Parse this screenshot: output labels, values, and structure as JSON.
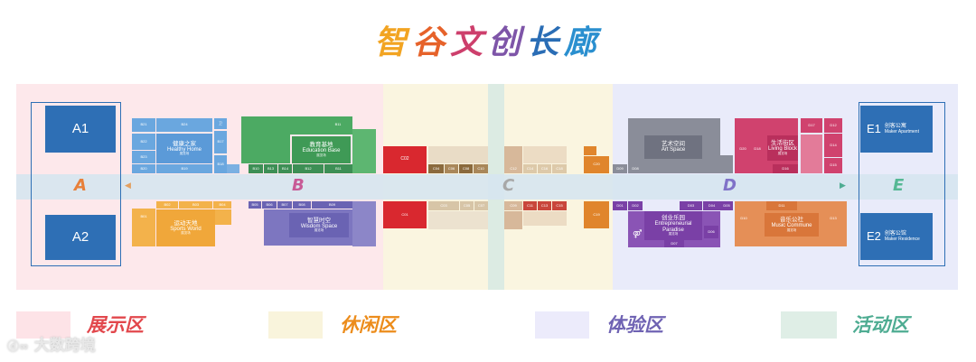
{
  "title": "智谷文创长廊",
  "title_colors": [
    "#f2a422",
    "#e6622a",
    "#cd3f6c",
    "#7e55a8",
    "#2a6db5",
    "#2a8fcf"
  ],
  "zones": {
    "A": {
      "letter": "A",
      "left_top": "A1",
      "left_bottom": "A2"
    },
    "B": {
      "letter": "B"
    },
    "C": {
      "letter": "C"
    },
    "D": {
      "letter": "D"
    },
    "E": {
      "letter": "E"
    }
  },
  "areas": {
    "healthy_home": {
      "cn": "健康之家",
      "en": "Healthy Home",
      "sub": "展览场"
    },
    "education_base": {
      "cn": "教育基地",
      "en": "Education Base",
      "sub": "展览场"
    },
    "sports_world": {
      "cn": "运动天地",
      "en": "Sports World",
      "sub": "展览场"
    },
    "wisdom_space": {
      "cn": "智慧时空",
      "en": "Wisdom Space",
      "sub": "展览场"
    },
    "art_space": {
      "cn": "艺术空间",
      "en": "Art Space"
    },
    "living_block": {
      "cn": "生活街区",
      "en": "Living Block",
      "sub": "展览场"
    },
    "entrepreneurial_paradise": {
      "cn": "创业乐园",
      "en": "Entrepreneurial Paradise",
      "sub": "展览场"
    },
    "music_commune": {
      "cn": "音乐公社",
      "en": "Music Commune",
      "sub": "展览场"
    },
    "maker_apartment": {
      "code": "E1",
      "cn": "创客公寓",
      "en": "Maker Apartment"
    },
    "maker_residence": {
      "code": "E2",
      "cn": "创客公馆",
      "en": "Maker Residence"
    }
  },
  "units": {
    "b21": "B21",
    "b24": "B24",
    "b22": "B22",
    "b23": "B23",
    "b20": "B20",
    "b19": "B19",
    "b18": "B18",
    "b17": "B17",
    "b10": "B10",
    "b13": "B13",
    "b14": "B14",
    "b12": "B12",
    "b11": "B11",
    "b11b": "B11",
    "b01": "B01",
    "b02": "B02",
    "b03": "B03",
    "b04": "B04",
    "b05": "B05",
    "b06": "B06",
    "b07": "B07",
    "b08": "B08",
    "b09": "B09",
    "c02": "C02",
    "c04": "C04",
    "c06": "C06",
    "c08": "C08",
    "c10": "C10",
    "c12": "C12",
    "c14": "C14",
    "c16": "C16",
    "c18": "C18",
    "c20": "C20",
    "c01": "C01",
    "c03": "C03",
    "c05": "C05",
    "c07": "C07",
    "c09": "C09",
    "c11": "C11",
    "c13": "C13",
    "c15": "C15",
    "c19": "C19",
    "d09": "D09",
    "d08": "D08",
    "d20": "D20",
    "d18": "D18",
    "d16": "D16",
    "d15": "D15",
    "d17": "D17",
    "d12": "D12",
    "d14": "D14",
    "d01": "D01",
    "d02": "D02",
    "d03": "D03",
    "d04": "D04",
    "d05": "D05",
    "d06": "D06",
    "d07": "D07",
    "d10": "D10",
    "d11": "D11",
    "d13": "D13",
    "wc": "卫"
  },
  "legend": [
    {
      "label": "展示区",
      "swatch": "#fde3e7",
      "color": "#e2474c"
    },
    {
      "label": "休闲区",
      "swatch": "#f9f4dc",
      "color": "#ec8c1b"
    },
    {
      "label": "体验区",
      "swatch": "#ecebfb",
      "color": "#6f63b3"
    },
    {
      "label": "活动区",
      "swatch": "#dfeee6",
      "color": "#4eac92"
    }
  ],
  "watermark": "大数跨境"
}
